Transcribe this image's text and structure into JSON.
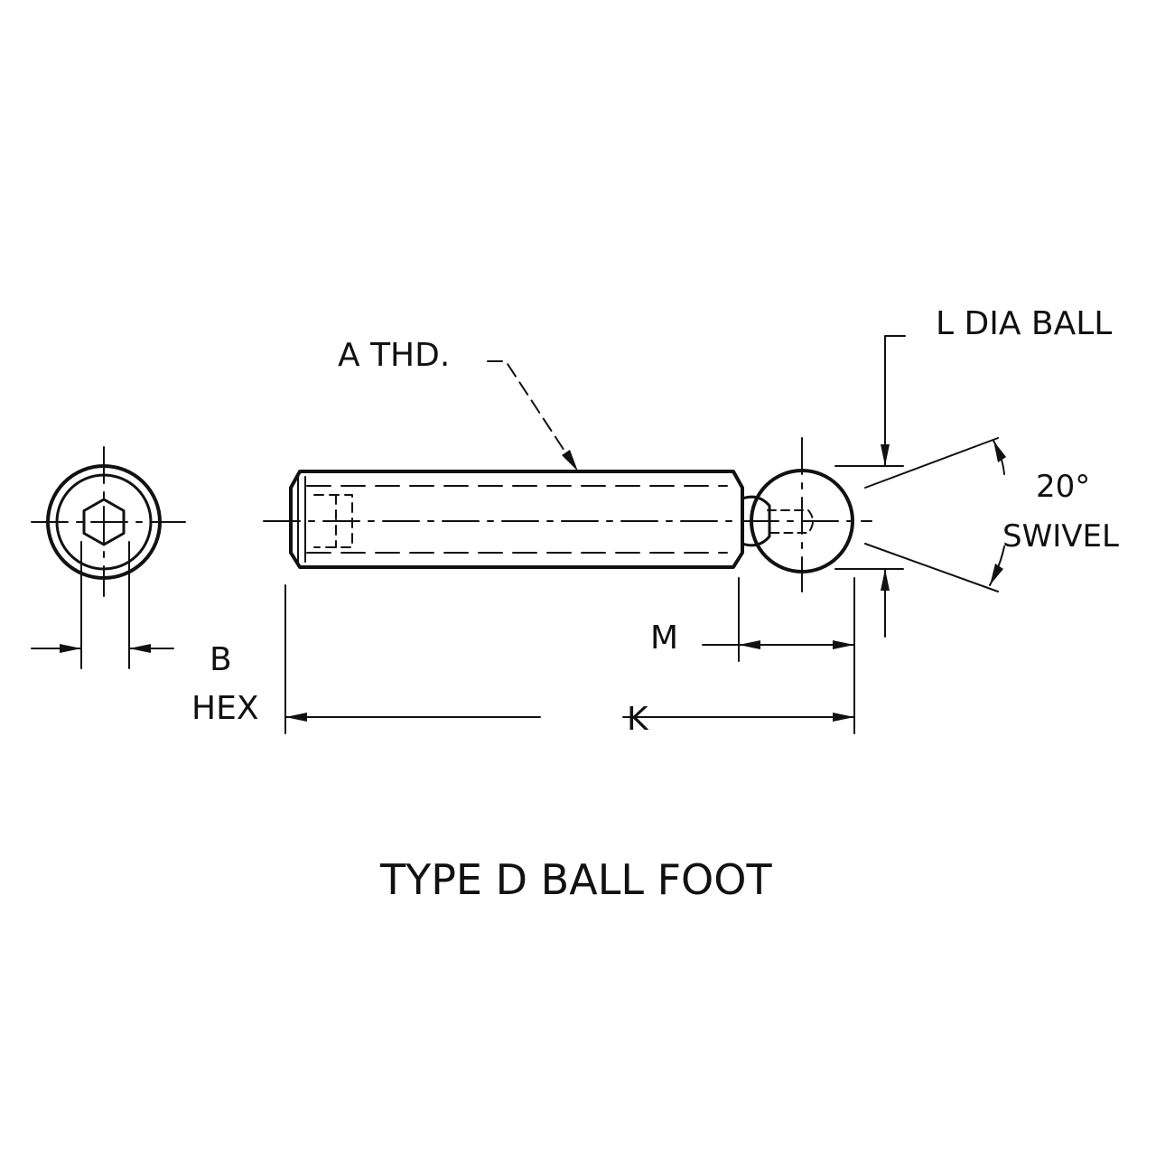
{
  "labels": {
    "thread": "A THD.",
    "ball_dia": "L DIA BALL",
    "swivel_angle": "20°",
    "swivel_text": "SWIVEL",
    "m_dim": "M",
    "hex_b": "B",
    "hex_text": "HEX",
    "k_dim": "K",
    "title": "TYPE D BALL FOOT"
  }
}
